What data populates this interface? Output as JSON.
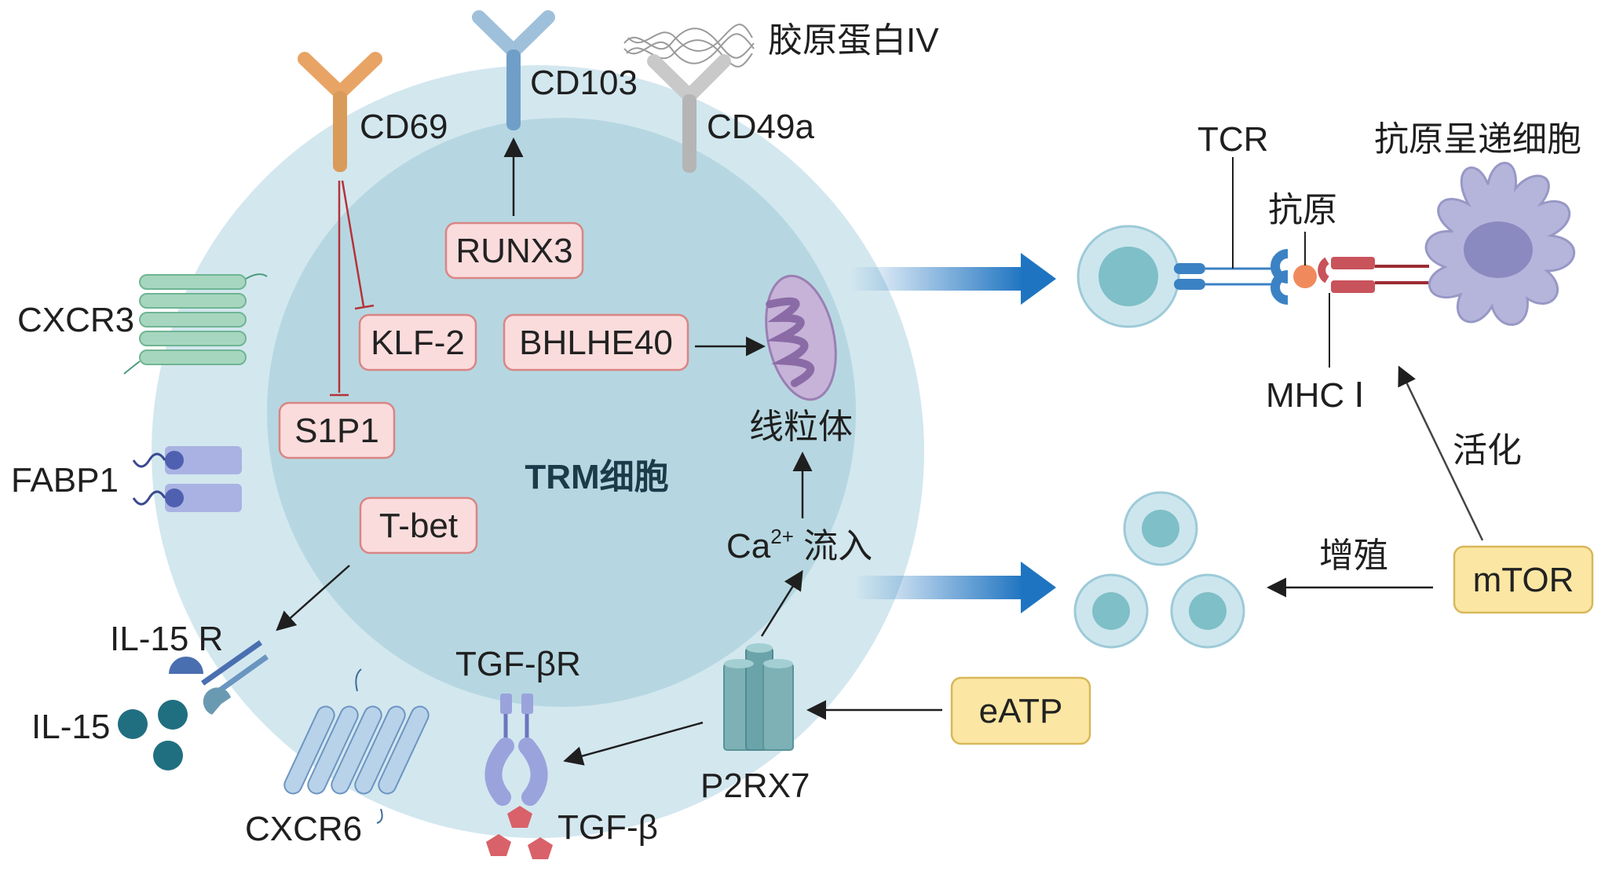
{
  "cell_title": "TRM细胞",
  "transcription_factors": [
    "RUNX3",
    "BHLHE40",
    "KLF-2",
    "S1P1",
    "T-bet"
  ],
  "effectors": [
    "eATP",
    "mTOR"
  ],
  "surface_labels": {
    "cd69": "CD69",
    "cd103": "CD103",
    "cd49a": "CD49a",
    "collagen": "胶原蛋白IV",
    "cxcr3": "CXCR3",
    "fabp1": "FABP1",
    "il15r": "IL-15 R",
    "il15": "IL-15",
    "cxcr6": "CXCR6",
    "tgfbr": "TGF-βR",
    "tgfb": "TGF-β",
    "p2rx7": "P2RX7",
    "mito": "线粒体",
    "ca_flux": "Ca",
    "ca_sup": "2+",
    "ca_flux_suffix": " 流入"
  },
  "right_labels": {
    "tcr": "TCR",
    "apc": "抗原呈递细胞",
    "antigen": "抗原",
    "mhc": "MHC Ⅰ",
    "activate": "活化",
    "proliferate": "增殖"
  },
  "colors": {
    "outer_cell": "#d3e7ef",
    "inner_cell": "#b6d7e1",
    "tf_box_fill": "#fbdcdc",
    "tf_box_stroke": "#d98585",
    "effector_fill": "#fbe7a3",
    "effector_stroke": "#d8b75a",
    "inhibit": "#b5323a",
    "flow_arrow": "#1f74c1"
  }
}
